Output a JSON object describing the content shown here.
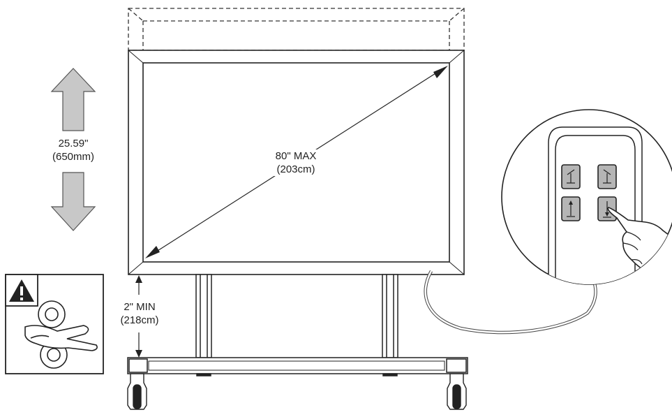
{
  "labels": {
    "height_travel": "25.59\"",
    "height_travel_metric": "(650mm)",
    "diagonal": "80\" MAX",
    "diagonal_metric": "(203cm)",
    "floor_clearance": "2\" MIN",
    "floor_clearance_metric": "(218cm)"
  },
  "icons": {
    "warning": "warning-triangle-icon",
    "pinch": "pinch-hazard-icon",
    "up": "up-arrow-icon",
    "down": "down-arrow-icon",
    "hand": "pointing-hand-icon"
  },
  "colors": {
    "line": "#222222",
    "arrow_fill": "#c8c8c8",
    "button_fill": "#b5b5b5"
  }
}
